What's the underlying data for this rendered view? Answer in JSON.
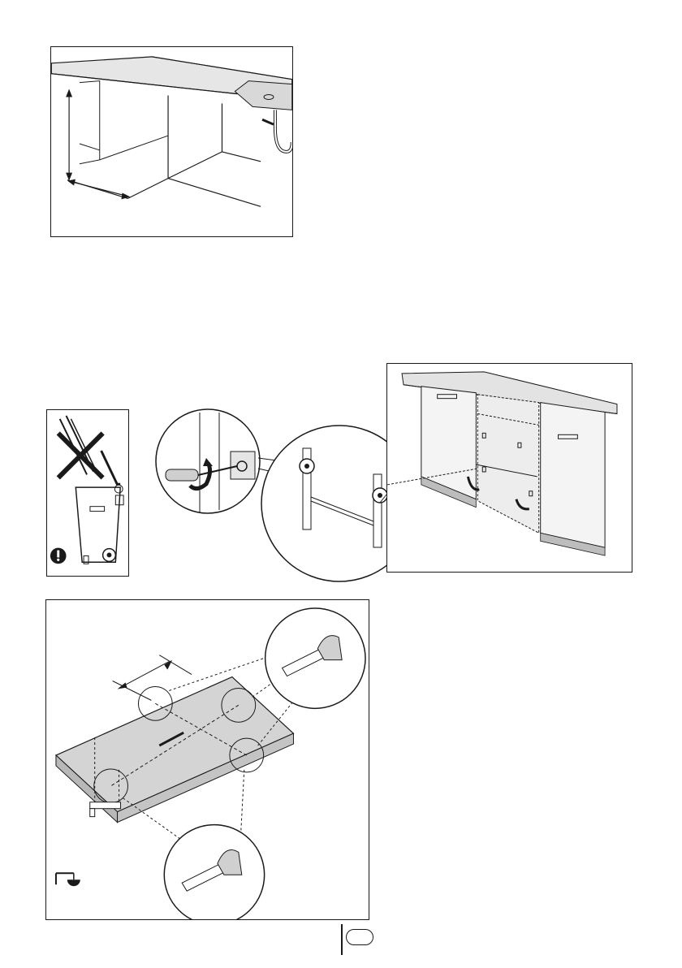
{
  "page": {
    "language_badge": ""
  },
  "figures": [
    {
      "id": "cabinet-niche-measurement",
      "icon": "cabinet-niche-diagram"
    },
    {
      "id": "door-hinge-adjustment",
      "icon": "screwdriver-hinge-diagram"
    },
    {
      "id": "disposal-warning",
      "icon": "crossed-bin-warning"
    },
    {
      "id": "door-panel-measurement",
      "icon": "tape-measure-panel-diagram"
    }
  ],
  "colors": {
    "line": "#1a1a1a",
    "shade": "#d9d9d9",
    "panel": "#cfcfcf",
    "worktop": "#e3e3e3"
  }
}
